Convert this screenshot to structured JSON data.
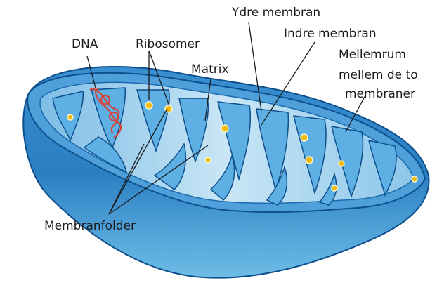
{
  "labels": {
    "dna": "DNA",
    "ribosomes": "Ribosomer",
    "outer_membrane": "Ydre membran",
    "inner_membrane": "Indre membran",
    "matrix": "Matrix",
    "intermembrane_space": [
      "Mellemrum",
      "mellem de to",
      "membraner"
    ],
    "cristae": "Membranfolder"
  },
  "colors": {
    "outer_wall": "#2b80c4",
    "outer_edge": "#0e4f8d",
    "inner_space": "#4f9fda",
    "matrix": "#a9d6ef",
    "crista": "#5eb0e4",
    "dna": "#d2453a",
    "ribosome": "#f2b90f"
  }
}
